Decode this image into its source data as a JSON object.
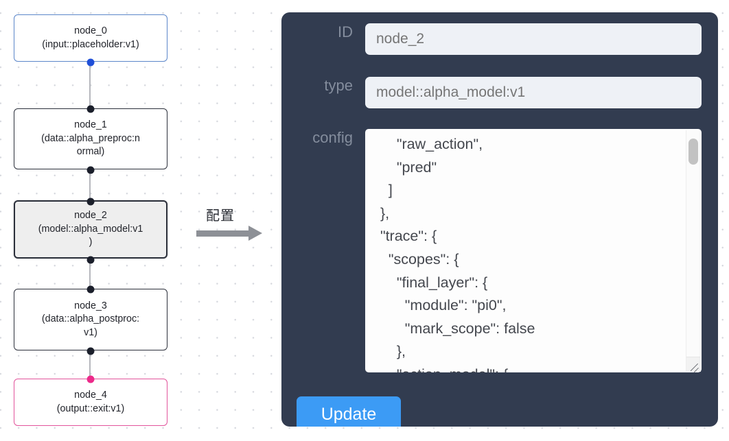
{
  "canvas": {
    "grid": "dot-grid",
    "background_color": "#ffffff",
    "dot_color": "#d6d8de"
  },
  "graph": {
    "nodes": [
      {
        "id": "node_0",
        "title": "node_0",
        "subtitle_lines": [
          "(input::placeholder:v1)"
        ],
        "kind": "input",
        "selected": false,
        "border_color": "#5b86c9",
        "source_handle_color": "#1f4fd8"
      },
      {
        "id": "node_1",
        "title": "node_1",
        "subtitle_lines": [
          "(data::alpha_preproc:n",
          "ormal)"
        ],
        "kind": "data",
        "selected": false,
        "border_color": "#2b2f3a",
        "source_handle_color": "#1b1f2b"
      },
      {
        "id": "node_2",
        "title": "node_2",
        "subtitle_lines": [
          "(model::alpha_model:v1",
          ")"
        ],
        "kind": "model",
        "selected": true,
        "border_color": "#2b2f3a",
        "source_handle_color": "#1b1f2b"
      },
      {
        "id": "node_3",
        "title": "node_3",
        "subtitle_lines": [
          "(data::alpha_postproc:",
          "v1)"
        ],
        "kind": "data",
        "selected": false,
        "border_color": "#2b2f3a",
        "source_handle_color": "#1b1f2b"
      },
      {
        "id": "node_4",
        "title": "node_4",
        "subtitle_lines": [
          "(output::exit:v1)"
        ],
        "kind": "output",
        "selected": false,
        "border_color": "#e2539b",
        "target_handle_color": "#ec2a8a"
      }
    ],
    "edges": [
      {
        "from": "node_0",
        "to": "node_1"
      },
      {
        "from": "node_1",
        "to": "node_2"
      },
      {
        "from": "node_2",
        "to": "node_3"
      },
      {
        "from": "node_3",
        "to": "node_4"
      }
    ]
  },
  "annotation": {
    "label": "配置",
    "arrow_color": "#8d9096",
    "arrow_direction": "right"
  },
  "panel": {
    "background_color": "#323c50",
    "fields": {
      "id": {
        "label": "ID",
        "value": "node_2",
        "placeholder": "node_2"
      },
      "type": {
        "label": "type",
        "value": "model::alpha_model:v1",
        "placeholder": "model::alpha_model:v1"
      },
      "config": {
        "label": "config",
        "value": "      \"raw_action\",\n      \"pred\"\n    ]\n  },\n  \"trace\": {\n    \"scopes\": {\n      \"final_layer\": {\n        \"module\": \"pi0\",\n        \"mark_scope\": false\n      },\n      \"action_model\": {",
        "scroll_position": "near-top",
        "resizable": true
      }
    },
    "update_button": {
      "label": "Update",
      "color": "#3c9bf5",
      "text_color": "#ffffff"
    }
  }
}
